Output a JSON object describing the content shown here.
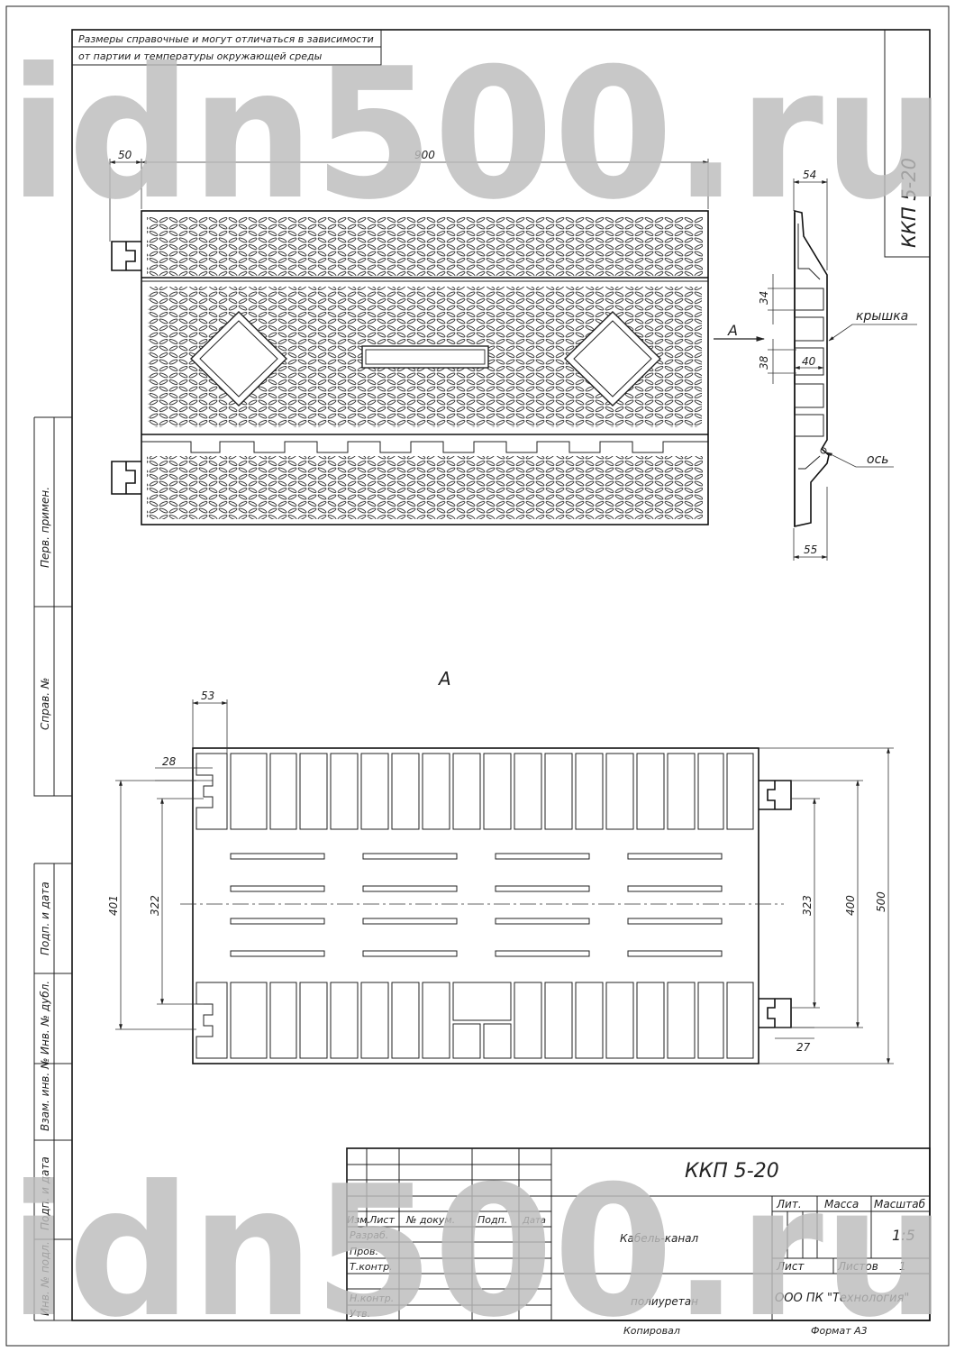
{
  "watermark": "idn500.ru",
  "note": {
    "line1": "Размеры справочные и могут отличаться в зависимости",
    "line2": "от партии и температуры окружающей среды"
  },
  "designation": "ККП 5-20",
  "view_label": "А",
  "arrow_label": "А",
  "labels": {
    "cover": "крышка",
    "axis": "ось"
  },
  "dims": {
    "top_50": "50",
    "top_900": "900",
    "side_54": "54",
    "side_34": "34",
    "side_38": "38",
    "side_40": "40",
    "side_55": "55",
    "bot_53": "53",
    "bot_28": "28",
    "bot_401": "401",
    "bot_322": "322",
    "bot_323": "323",
    "bot_400": "400",
    "bot_500": "500",
    "bot_27": "27"
  },
  "side_stamp": [
    "Перв. примен.",
    "Справ. №",
    "Подп. и дата",
    "Инв. № дубл.",
    "Взам. инв. №",
    "Подп. и дата",
    "Инв. № подл."
  ],
  "title_block": {
    "h_izm": "Изм.",
    "h_list": "Лист",
    "h_doc": "№ докум.",
    "h_podp": "Подп.",
    "h_data": "Дата",
    "razrab": "Разраб.",
    "prov": "Пров.",
    "tkontr": "Т.контр.",
    "nkontr": "Н.контр.",
    "utv": "Утв.",
    "name": "Кабель-канал",
    "material": "полиуретан",
    "lit": "Лит.",
    "massa": "Масса",
    "masshtab": "Масштаб",
    "scale": "1:5",
    "sheet": "Лист",
    "sheets": "Листов",
    "sheets_count": "1",
    "company": "ООО ПК \"Технология\"",
    "copied": "Копировал",
    "format": "Формат  А3"
  }
}
